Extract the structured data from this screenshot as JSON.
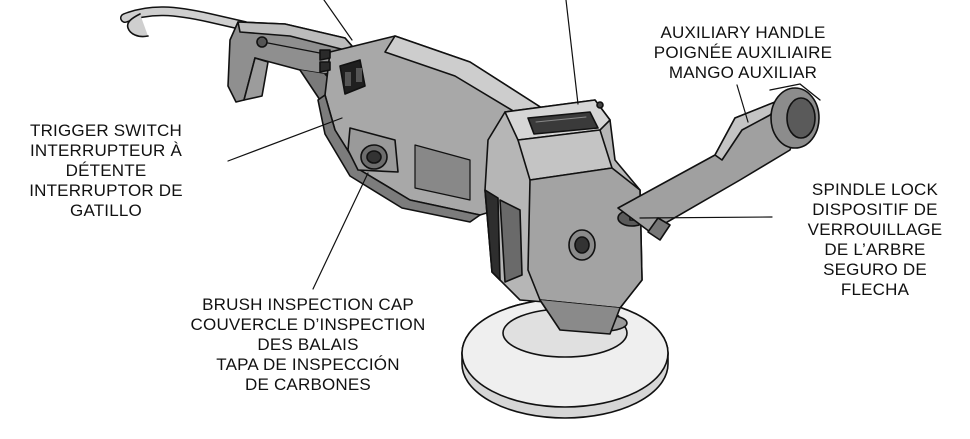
{
  "labels": {
    "auxiliary_handle": [
      "AUXILIARY HANDLE",
      "POIGNÉE AUXILIAIRE",
      "MANGO AUXILIAR"
    ],
    "trigger_switch": [
      "TRIGGER SWITCH",
      "INTERRUPTEUR À",
      "DÉTENTE",
      "INTERRUPTOR DE",
      "GATILLO"
    ],
    "spindle_lock": [
      "SPINDLE LOCK",
      "DISPOSITIF DE",
      "VERROUILLAGE",
      "DE L’ARBRE",
      "SEGURO DE",
      "FLECHA"
    ],
    "brush_inspection_cap": [
      "BRUSH INSPECTION CAP",
      "COUVERCLE D’INSPECTION",
      "DES BALAIS",
      "TAPA DE INSPECCIÓN",
      "DE CARBONES"
    ]
  }
}
